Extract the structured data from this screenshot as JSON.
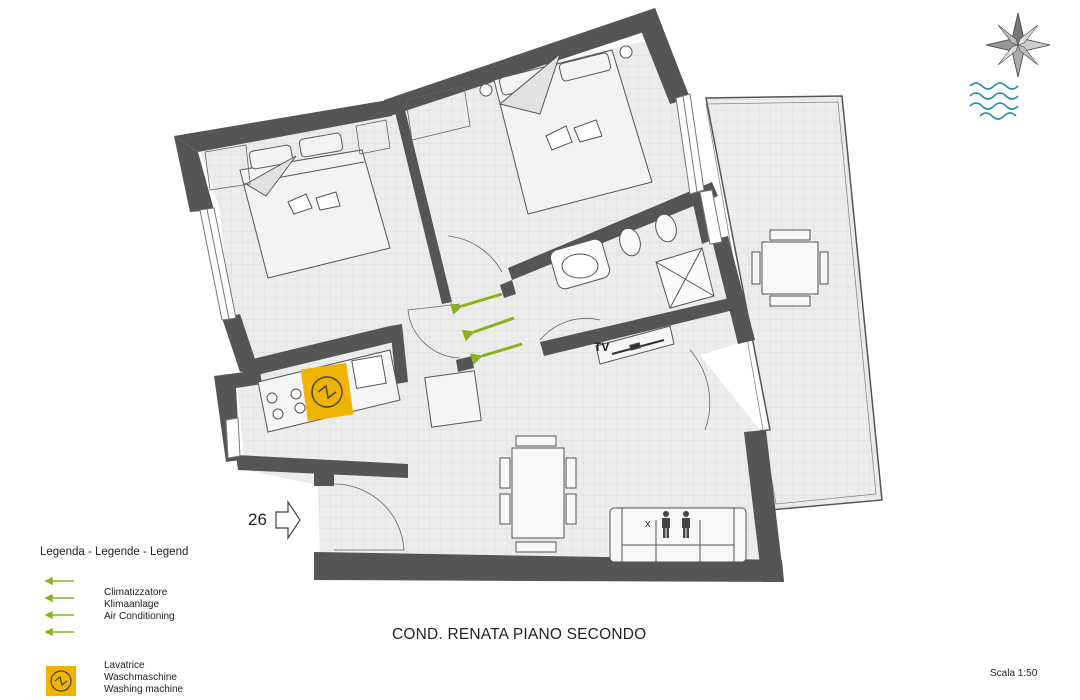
{
  "title": "COND. RENATA PIANO SECONDO",
  "scale": "Scala 1:50",
  "entrance": {
    "number": "26"
  },
  "labels": {
    "tv": "TV",
    "capacity_mark": "x"
  },
  "legend": {
    "title": "Legenda - Legende - Legend",
    "air_conditioning": [
      "Climatizzatore",
      "Klimaanlage",
      "Air Conditioning"
    ],
    "washing_machine": [
      "Lavatrice",
      "Waschmaschine",
      "Washing machine"
    ]
  },
  "colors": {
    "wall": "#555555",
    "floor": "#ececec",
    "grid": "#d6d6d6",
    "ac_arrow": "#8ab31b",
    "washing_machine": "#f0b400",
    "compass_water": "#2a8fb0"
  },
  "icons": [
    "compass-rose-icon",
    "water-waves-icon",
    "ac-arrow-icon",
    "washing-machine-icon",
    "entry-arrow-icon",
    "person-icon"
  ]
}
